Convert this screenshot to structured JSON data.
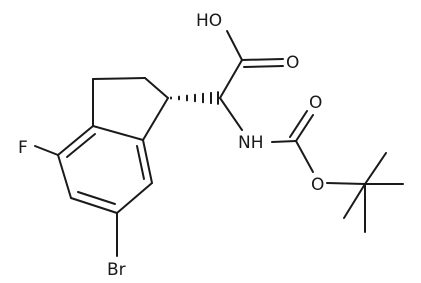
{
  "molecule": {
    "atoms": {
      "hydroxyl": "HO",
      "carbonyl_oxygen": "O",
      "amine": "NH",
      "carbamate_oxygen": "O",
      "ester_oxygen": "O",
      "fluorine": "F",
      "bromine": "Br"
    },
    "stereo": {
      "indane_c1": "hashed-wedge"
    },
    "colors": {
      "bond": "#1a1a1a",
      "text": "#1a1a1a",
      "background": "#ffffff"
    }
  }
}
